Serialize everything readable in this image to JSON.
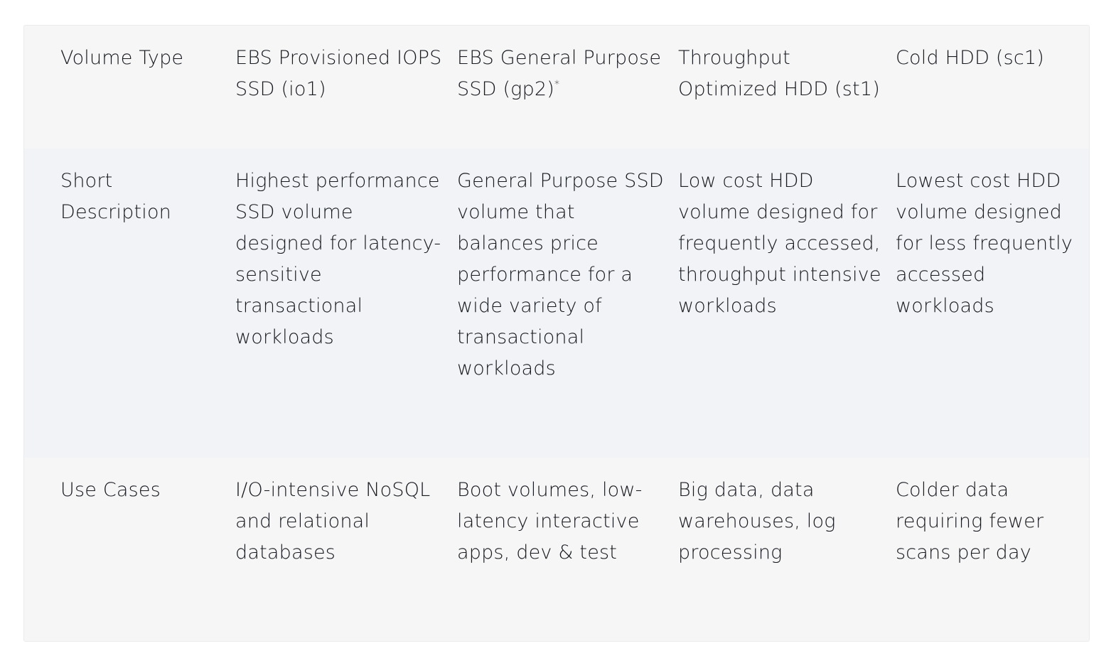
{
  "table": {
    "rows": [
      {
        "label": "Volume Type",
        "cells": [
          "EBS Provisioned IOPS SSD (io1)",
          "EBS General Purpose SSD (gp2)",
          "Throughput Optimized HDD (st1)",
          "Cold HDD (sc1)"
        ]
      },
      {
        "label": "Short Description",
        "cells": [
          "Highest performance SSD volume designed for latency-sensitive transactional workloads",
          "General Purpose SSD volume that balances price performance for a wide variety of transactional workloads",
          "Low cost HDD volume designed for frequently accessed, throughput intensive workloads",
          "Lowest cost HDD volume designed for less frequently accessed workloads"
        ]
      },
      {
        "label": "Use Cases",
        "cells": [
          "I/O-intensive NoSQL and relational databases",
          "Boot volumes, low-latency interactive apps, dev & test",
          "Big data, data warehouses, log processing",
          "Colder data requiring fewer scans per day"
        ]
      }
    ],
    "footnote_marker": "*"
  }
}
